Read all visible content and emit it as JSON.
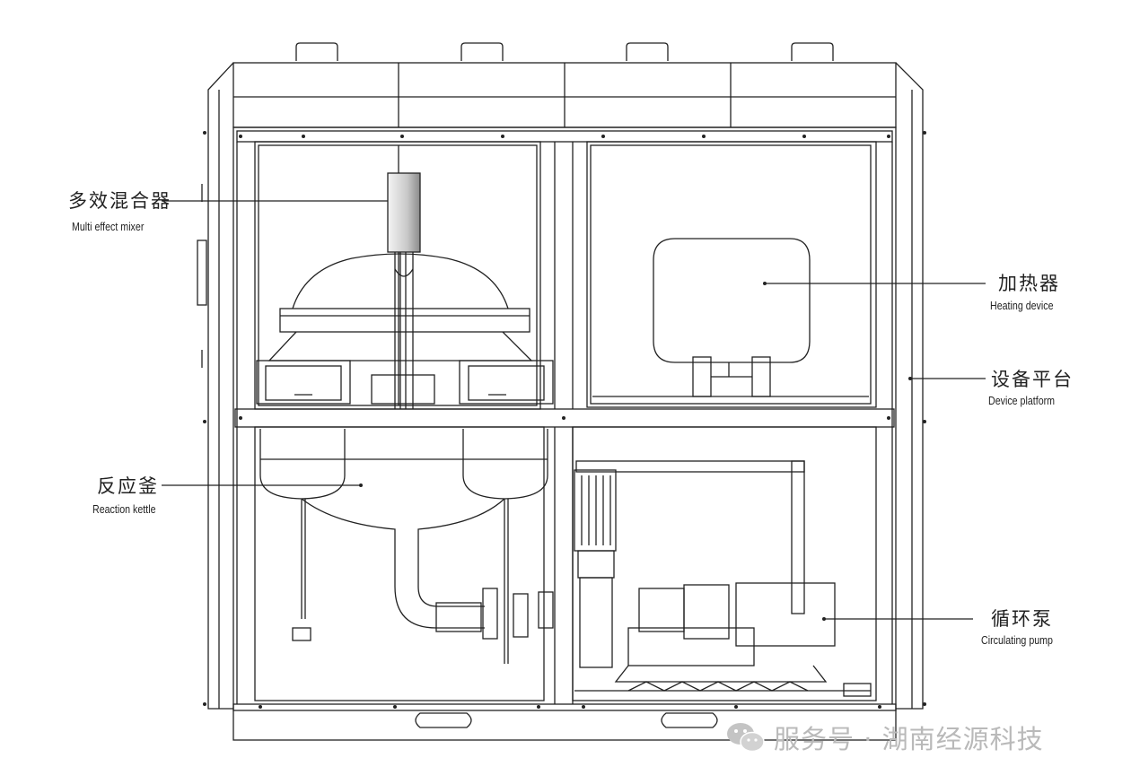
{
  "labels": {
    "mixer": {
      "zh": "多效混合器",
      "en": "Multi effect mixer"
    },
    "heater": {
      "zh": "加热器",
      "en": "Heating device"
    },
    "platform": {
      "zh": "设备平台",
      "en": "Device platform"
    },
    "kettle": {
      "zh": "反应釜",
      "en": "Reaction kettle"
    },
    "pump": {
      "zh": "循环泵",
      "en": "Circulating pump"
    }
  },
  "watermark": {
    "text": "服务号 · 湖南经源科技",
    "icon": "wechat-icon"
  },
  "colors": {
    "line": "#222222",
    "watermark": "#b9b9b9"
  }
}
